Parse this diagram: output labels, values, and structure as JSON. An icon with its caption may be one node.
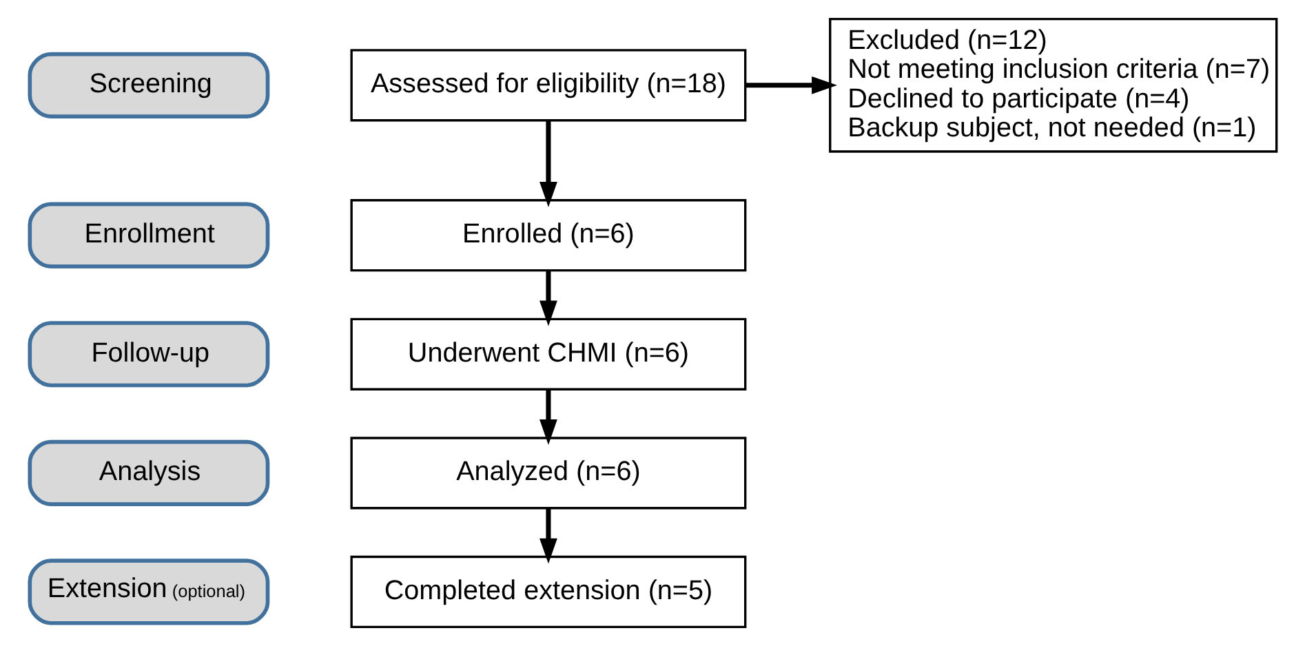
{
  "diagram": {
    "nodes": [
      {
        "text": [
          "Screening"
        ]
      },
      {
        "text": [
          "Enrollment"
        ]
      },
      {
        "text": [
          "Follow-up"
        ]
      },
      {
        "text": [
          "Analysis"
        ]
      },
      {
        "text": [
          "Extension",
          "(optional)"
        ]
      },
      {
        "text": [
          "Assessed for eligibility (n=18)"
        ]
      },
      {
        "text": [
          "Excluded (n=12)",
          "Not meeting inclusion criteria (n=7)",
          "Declined to participate (n=4)",
          "Backup subject, not needed (n=1)"
        ]
      },
      {
        "text": [
          "Enrolled (n=6)"
        ]
      },
      {
        "text": [
          "Underwent CHMI (n=6)"
        ]
      },
      {
        "text": [
          "Analyzed (n=6)"
        ]
      },
      {
        "text": [
          "Completed extension (n=5)"
        ]
      }
    ],
    "edges": [
      {
        "from": 5,
        "to": 7,
        "arrow": "to"
      },
      {
        "from": 5,
        "to": 6,
        "arrow": "to"
      },
      {
        "from": 7,
        "to": 8,
        "arrow": "to"
      },
      {
        "from": 8,
        "to": 9,
        "arrow": "to"
      },
      {
        "from": 9,
        "to": 10,
        "arrow": "to"
      }
    ]
  }
}
